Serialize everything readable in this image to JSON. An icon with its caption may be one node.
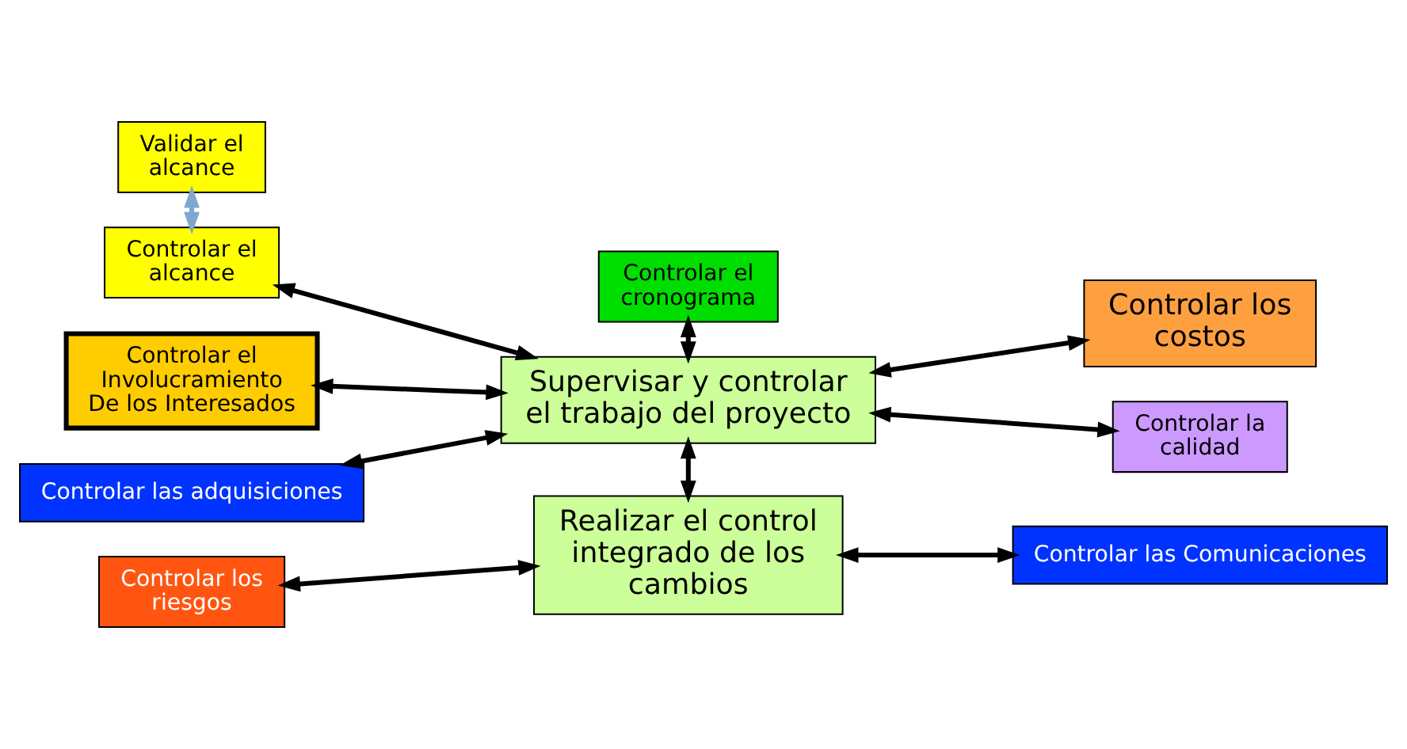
{
  "diagram": {
    "nodes": [
      {
        "text": [
          "Validar el alcance"
        ]
      },
      {
        "text": [
          "Controlar el alcance"
        ]
      },
      {
        "text": [
          "Controlar el Involucramiento De los Interesados"
        ]
      },
      {
        "text": [
          "Controlar las adquisiciones"
        ]
      },
      {
        "text": [
          "Controlar los riesgos"
        ]
      },
      {
        "text": [
          "Controlar el cronograma"
        ]
      },
      {
        "text": [
          "Supervisar y controlar el trabajo del proyecto"
        ]
      },
      {
        "text": [
          "Realizar el control integrado de los cambios"
        ]
      },
      {
        "text": [
          "Controlar los costos"
        ]
      },
      {
        "text": [
          "Controlar la calidad"
        ]
      },
      {
        "text": [
          "Controlar las Comunicaciones"
        ]
      }
    ],
    "edges": [
      {
        "from": 0,
        "to": 1,
        "arrow": "both",
        "color": "#7fa7d0"
      },
      {
        "from": 1,
        "to": 6,
        "arrow": "both"
      },
      {
        "from": 2,
        "to": 6,
        "arrow": "both"
      },
      {
        "from": 3,
        "to": 6,
        "arrow": "both"
      },
      {
        "from": 4,
        "to": 7,
        "arrow": "both"
      },
      {
        "from": 5,
        "to": 6,
        "arrow": "both"
      },
      {
        "from": 6,
        "to": 7,
        "arrow": "both"
      },
      {
        "from": 6,
        "to": 8,
        "arrow": "both"
      },
      {
        "from": 6,
        "to": 9,
        "arrow": "both"
      },
      {
        "from": 7,
        "to": 10,
        "arrow": "both"
      }
    ]
  }
}
